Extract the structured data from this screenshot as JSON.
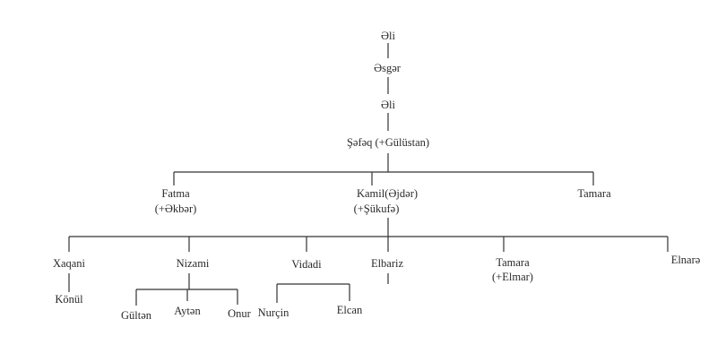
{
  "tree": {
    "gen1": "Əli",
    "gen2": "Əsgər",
    "gen3": "Əli",
    "gen4": "Şəfəq (+Gülüstan)",
    "children": {
      "fatma": "Fatma",
      "fatma_spouse": "(+Əkbər)",
      "kamil": "Kamil(Əjdər)",
      "kamil_spouse": "(+Şükufə)",
      "tamara": "Tamara"
    },
    "grandchildren": {
      "xaqani": "Xaqani",
      "nizami": "Nizami",
      "vidadi": "Vidadi",
      "elbariz": "Elbariz",
      "tamara": "Tamara",
      "tamara_spouse": "(+Elmar)",
      "elnare": "Elnarə"
    },
    "great_grandchildren": {
      "konul": "Könül",
      "gulten": "Gültən",
      "ayten": "Aytən",
      "onur": "Onur",
      "nurcin": "Nurçin",
      "elcan": "Elcan"
    }
  }
}
